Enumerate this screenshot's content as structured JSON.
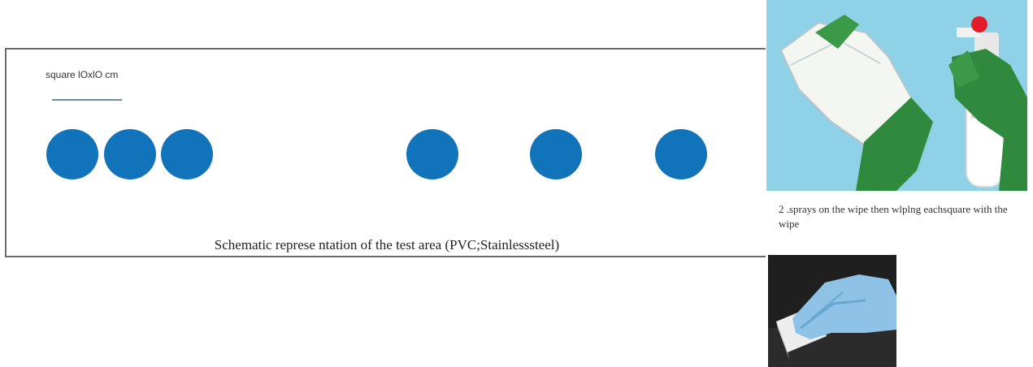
{
  "test_area": {
    "square_label": "square lOxlO cm",
    "caption": "Schematic represe ntation of the test area (PVC;Stainlesssteel)",
    "dot_color": "#1173ba"
  },
  "side": {
    "step_text": "2 .sprays on the wipe then wlplng eachsquare with the wipe"
  }
}
